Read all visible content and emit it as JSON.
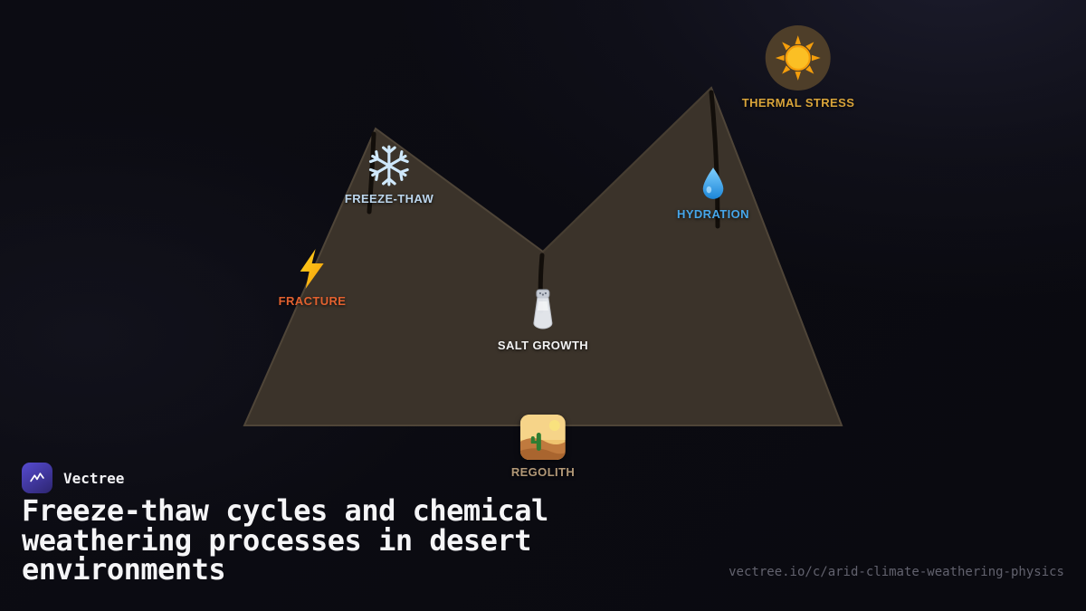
{
  "brand": {
    "name": "Vectree"
  },
  "title": "Freeze-thaw cycles and chemical weathering processes in desert environments",
  "footer": {
    "url": "vectree.io/c/arid-climate-weathering-physics"
  },
  "diagram": {
    "description": "Two dark mountain peaks with cracks; weathering process labels",
    "mountain_fill": "#3b332a",
    "mountain_edge": "#4f4538",
    "crack_color": "#120e0a",
    "nodes": [
      {
        "id": "thermal-stress",
        "label": "THERMAL STRESS",
        "icon": "sun-icon",
        "color": "#d9a43a"
      },
      {
        "id": "freeze-thaw",
        "label": "FREEZE-THAW",
        "icon": "snowflake-icon",
        "color": "#bdd7ee"
      },
      {
        "id": "hydration",
        "label": "HYDRATION",
        "icon": "droplet-icon",
        "color": "#46a6ea"
      },
      {
        "id": "fracture",
        "label": "FRACTURE",
        "icon": "lightning-icon",
        "color": "#e2612f"
      },
      {
        "id": "salt-growth",
        "label": "SALT GROWTH",
        "icon": "salt-shaker-icon",
        "color": "#f2f2f2"
      },
      {
        "id": "regolith",
        "label": "REGOLITH",
        "icon": "desert-icon",
        "color": "#b29877"
      }
    ]
  }
}
